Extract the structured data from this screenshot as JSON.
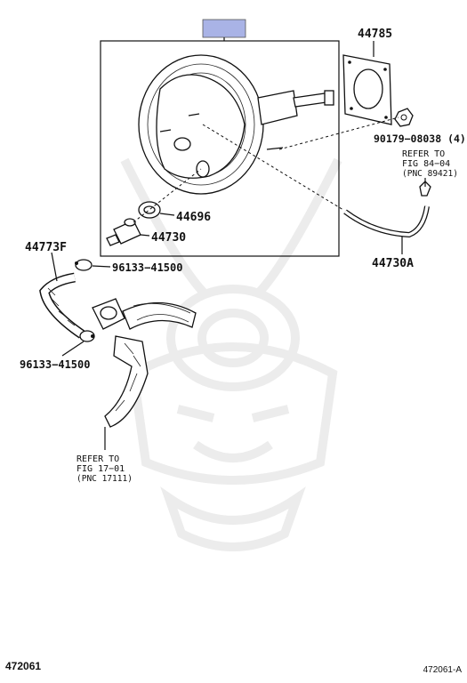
{
  "diagram": {
    "assembly_tag_color": "#a9b3e6",
    "watermark_color": "#ececec",
    "parts": {
      "p44785": "44785",
      "p90179": "90179−08038 (4)",
      "p44696": "44696",
      "p44730": "44730",
      "p44773f": "44773F",
      "p96133_top": "96133−41500",
      "p96133_bottom": "96133−41500",
      "p44730a": "44730A"
    },
    "refs": {
      "fig84": {
        "line1": "REFER TO",
        "line2": "FIG 84−04",
        "line3": "(PNC 89421)"
      },
      "fig17": {
        "line1": "REFER TO",
        "line2": "FIG 17−01",
        "line3": "(PNC 17111)"
      }
    }
  },
  "footer": {
    "left_code": "472061",
    "right_code": "472061-A"
  }
}
